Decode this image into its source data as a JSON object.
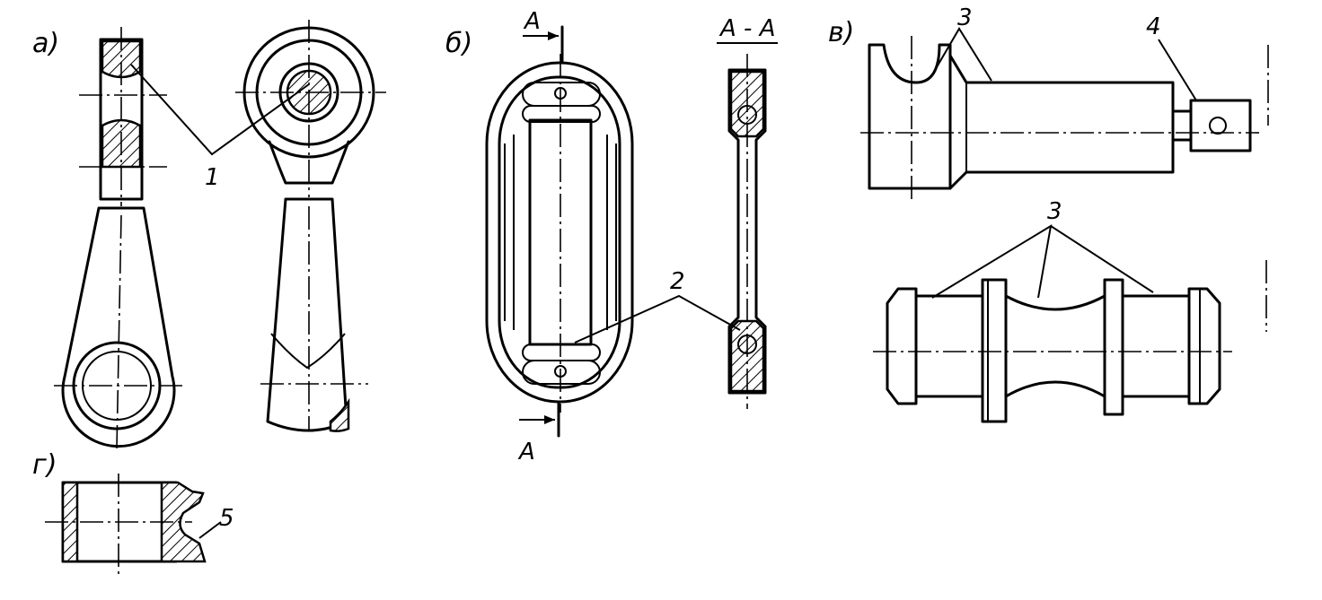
{
  "figure": {
    "panel_labels": {
      "a": "а)",
      "b": "б)",
      "v": "в)",
      "g": "г)"
    },
    "section": {
      "mark_top": "А",
      "mark_bottom": "А",
      "title": "А - А"
    },
    "callouts": {
      "c1": "1",
      "c2": "2",
      "c3_top": "3",
      "c3_bottom": "3",
      "c4": "4",
      "c5": "5"
    }
  }
}
